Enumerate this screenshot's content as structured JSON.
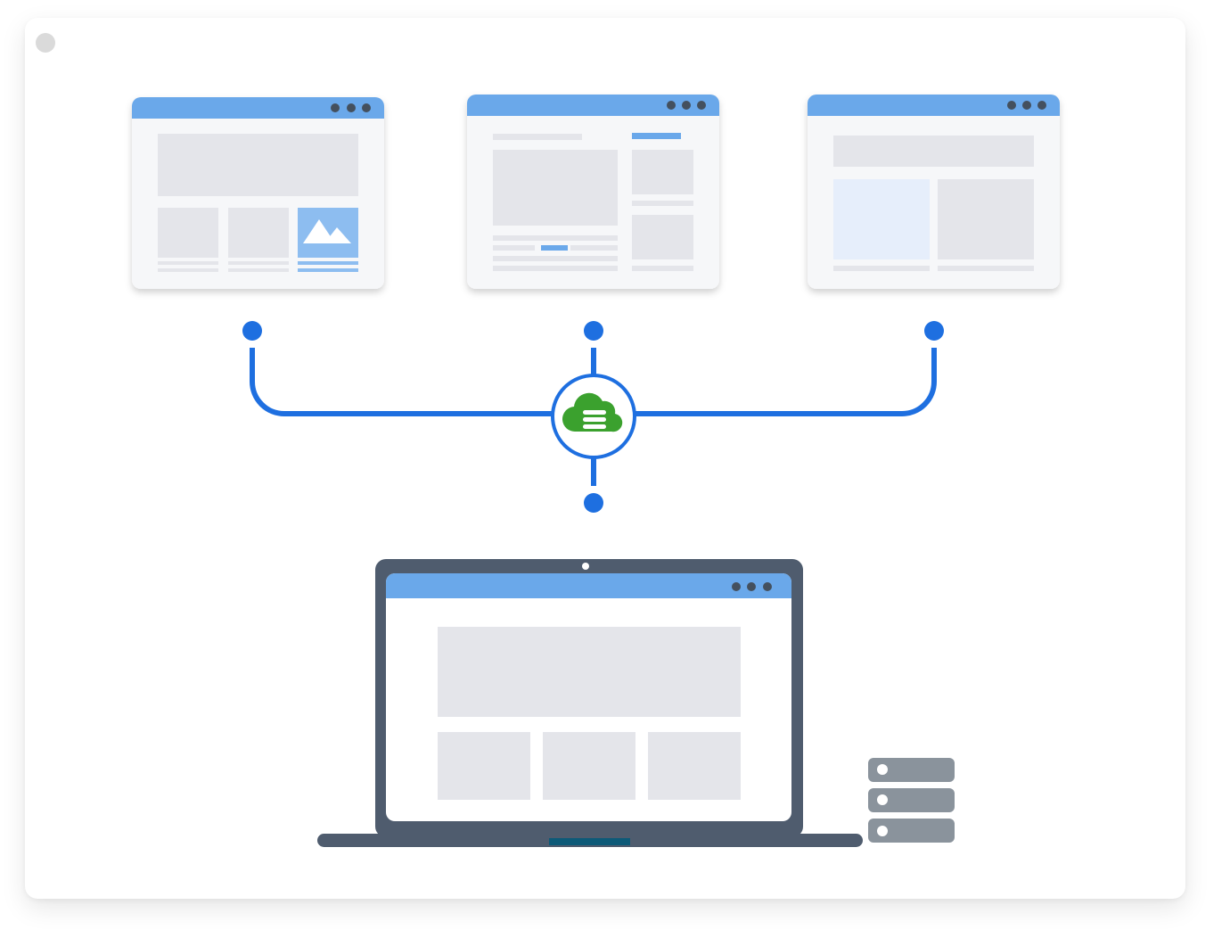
{
  "diagram": {
    "colors": {
      "browser_bar": "#6aa8ea",
      "window_bg": "#f6f7f9",
      "placeholder": "#e4e5ea",
      "placeholder_light": "#e6eefb",
      "connector": "#1e6fe0",
      "cloud": "#3ba12e",
      "laptop_frame": "#4f5c6e",
      "laptop_notch": "#0d5a78",
      "server": "#8a939c",
      "window_dots": "#44505e"
    },
    "icons": {
      "hub": "cloud-database-icon",
      "server": "server-stack-icon",
      "image": "image-icon",
      "device": "laptop-icon"
    },
    "windows": [
      {
        "name": "browser-window-left",
        "layout": "hero-with-three-tiles"
      },
      {
        "name": "browser-window-center",
        "layout": "article-with-sidebar"
      },
      {
        "name": "browser-window-right",
        "layout": "hero-with-two-panels"
      }
    ]
  }
}
